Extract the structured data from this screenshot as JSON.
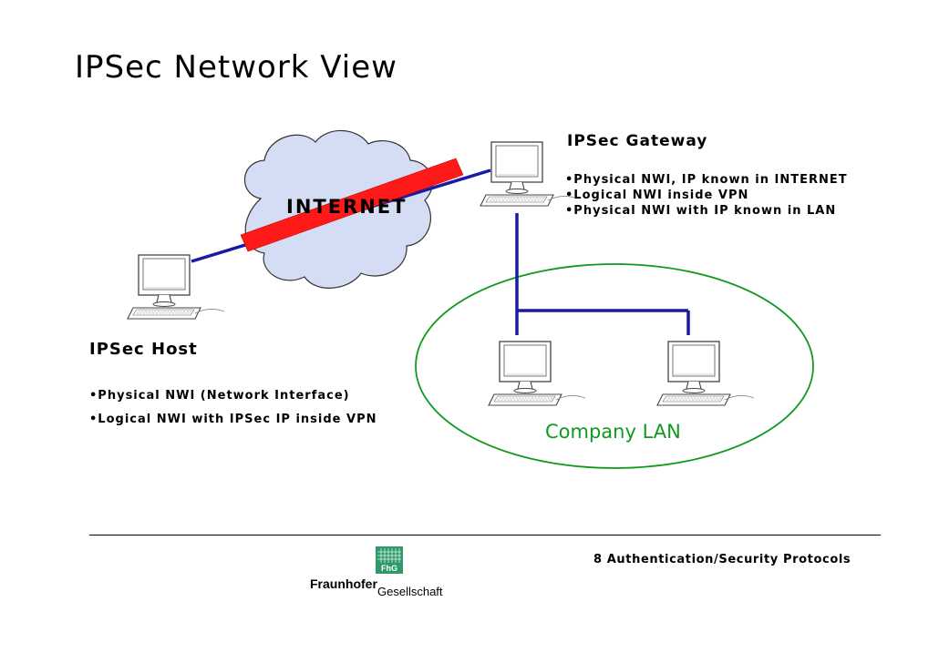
{
  "title": "IPSec Network View",
  "internet_label": "INTERNET",
  "gateway": {
    "heading": "IPSec Gateway",
    "bullets": [
      "•Physical NWI, IP known in INTERNET",
      "•Logical NWI inside VPN",
      "•Physical NWI with IP known in LAN"
    ]
  },
  "host": {
    "heading": "IPSec Host",
    "bullets": [
      "•Physical NWI (Network Interface)",
      "•Logical NWI with IPSec IP inside VPN"
    ]
  },
  "lan_label": "Company LAN",
  "footer": {
    "section": "8 Authentication/Security Protocols",
    "logo_badge": "FhG",
    "logo_name": "Fraunhofer",
    "logo_sub": "Gesellschaft"
  },
  "colors": {
    "tunnel": "#ff1a1a",
    "link": "#1a1aa8",
    "cloud_fill": "#d4ddf4",
    "lan_ellipse": "#0f9a1e",
    "logo_green": "#2e9a6b"
  },
  "icons": [
    "cloud-icon",
    "computer-icon",
    "fraunhofer-logo-icon"
  ]
}
